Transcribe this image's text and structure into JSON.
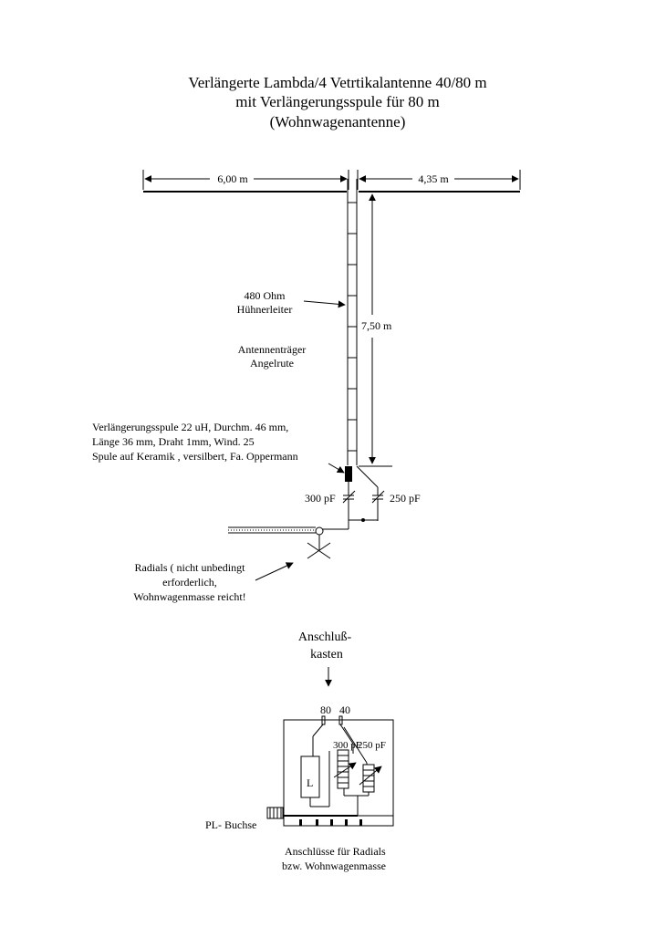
{
  "title": {
    "line1": "Verlängerte Lambda/4 Vetrtikalantenne 40/80 m",
    "line2": "mit Verlängerungsspule für 80 m",
    "line3": "(Wohnwagenantenne)"
  },
  "dimensions": {
    "left_wire": "6,00 m",
    "right_wire": "4,35 m",
    "vertical": "7,50 m"
  },
  "labels": {
    "ladder_line_1": "480 Ohm",
    "ladder_line_2": "Hühnerleiter",
    "mast_1": "Antennenträger",
    "mast_2": "Angelrute",
    "coil_1": "Verlängerungsspule 22 uH, Durchm. 46 mm,",
    "coil_2": "Länge 36 mm, Draht 1mm, Wind. 25",
    "coil_3": "Spule auf Keramik , versilbert, Fa. Oppermann",
    "cap_left": "300 pF",
    "cap_right": "250 pF",
    "radials_1": "Radials ( nicht unbedingt",
    "radials_2": "erforderlich,",
    "radials_3": "Wohnwagenmasse reicht!"
  },
  "box": {
    "title_1": "Anschluß-",
    "title_2": "kasten",
    "term_80": "80",
    "term_40": "40",
    "cap_300": "300 pF",
    "cap_250": "250 pF",
    "coil": "L",
    "pl_socket": "PL- Buchse",
    "radials_1": "Anschlüsse für Radials",
    "radials_2": "bzw. Wohnwagenmasse"
  }
}
